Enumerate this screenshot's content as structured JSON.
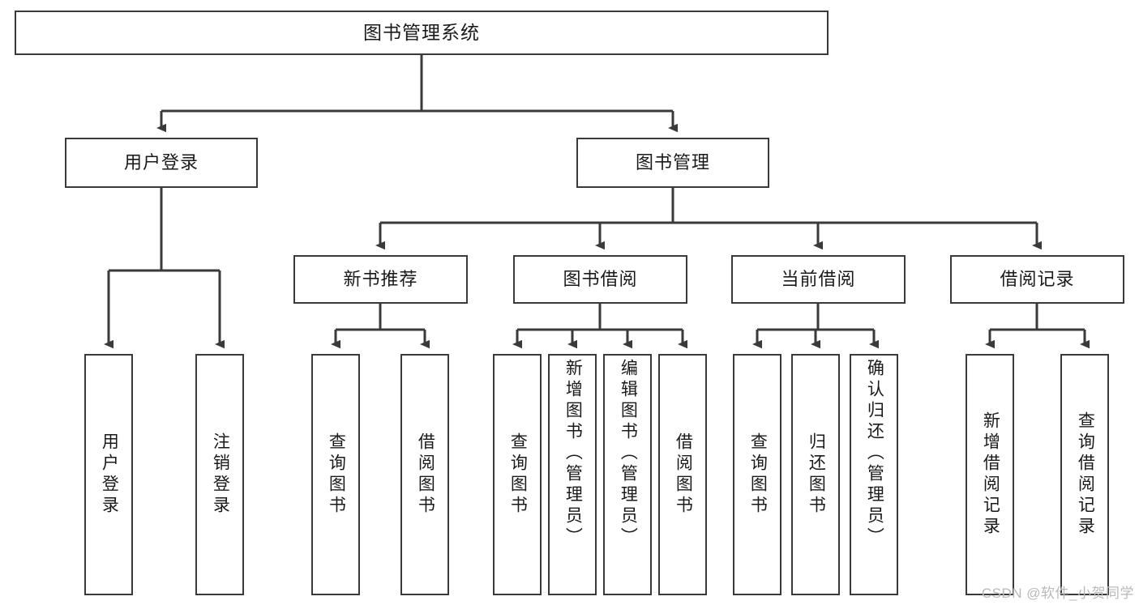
{
  "diagram": {
    "type": "hierarchy-tree",
    "title": "图书管理系统",
    "watermark": "CSDN @软件_小贺同学",
    "colors": {
      "stroke": "#3a3a3a",
      "text": "#1a1a1a",
      "background": "#ffffff",
      "watermark": "#b9b9b9"
    },
    "root": {
      "label": "图书管理系统"
    },
    "level2": [
      {
        "label": "用户登录"
      },
      {
        "label": "图书管理"
      }
    ],
    "level3": [
      {
        "label": "新书推荐"
      },
      {
        "label": "图书借阅"
      },
      {
        "label": "当前借阅"
      },
      {
        "label": "借阅记录"
      }
    ],
    "leaves": {
      "user_login": [
        {
          "label": "用户登录"
        },
        {
          "label": "注销登录"
        }
      ],
      "new_book_recommend": [
        {
          "label": "查询图书"
        },
        {
          "label": "借阅图书"
        }
      ],
      "book_borrow": [
        {
          "label": "查询图书"
        },
        {
          "label": "新增图书（管理员）"
        },
        {
          "label": "编辑图书（管理员）"
        },
        {
          "label": "借阅图书"
        }
      ],
      "current_borrow": [
        {
          "label": "查询图书"
        },
        {
          "label": "归还图书"
        },
        {
          "label": "确认归还（管理员）"
        }
      ],
      "borrow_records": [
        {
          "label": "新增借阅记录"
        },
        {
          "label": "查询借阅记录"
        }
      ]
    }
  }
}
